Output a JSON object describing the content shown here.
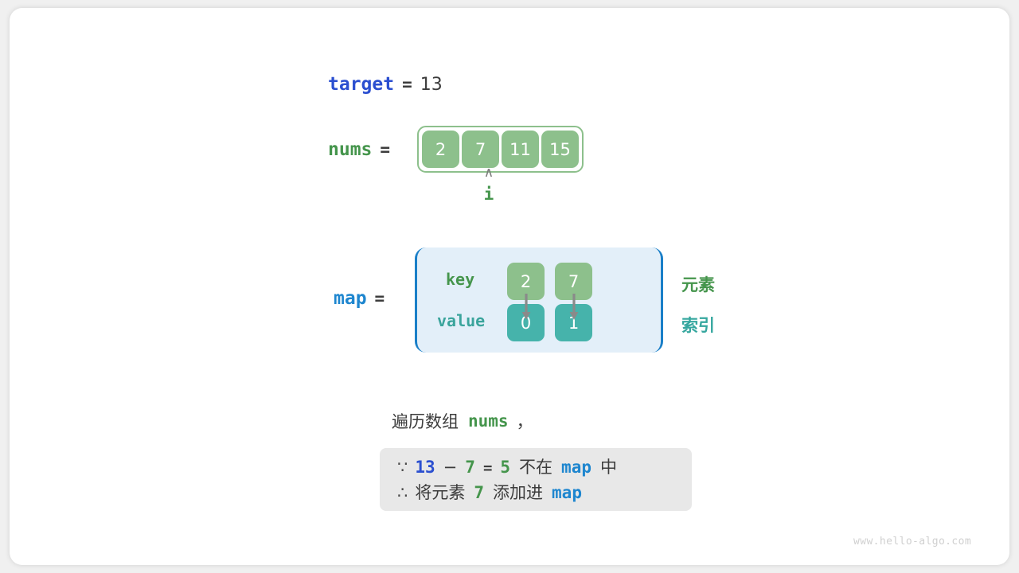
{
  "figure": {
    "title": "two-sum hash-map walkthrough",
    "watermark": "www.hello-algo.com"
  },
  "colors": {
    "element_green": "#8dc08c",
    "index_teal": "#46b3ab",
    "var_blue": "#2b4fd0",
    "map_blue": "#1e86cf",
    "nums_green": "#45954c",
    "map_panel_bg": "#e3eff9",
    "map_panel_border": "#1a7fc8",
    "callout_bg": "#e8e8e8",
    "arrow_gray": "#7a7a7a",
    "text_dark": "#3c3c3c",
    "watermark_gray": "#d0d0d0"
  },
  "target_row": {
    "name": "target",
    "equals": "=",
    "value": "13"
  },
  "nums_row": {
    "name": "nums",
    "equals": "=",
    "cells": [
      "2",
      "7",
      "11",
      "15"
    ]
  },
  "pointer": {
    "caret": "∧",
    "label": "i",
    "points_to_index": 1
  },
  "map_block": {
    "name": "map",
    "equals": "=",
    "key_label": "key",
    "value_label": "value",
    "keys": [
      "2",
      "7"
    ],
    "values": [
      "0",
      "1"
    ],
    "side_labels": {
      "key_side": "元素",
      "value_side": "索引"
    }
  },
  "caption": {
    "prefix": "遍历数组",
    "var": "nums",
    "suffix": "，"
  },
  "callout": {
    "line1": {
      "symbol": "∵",
      "a": "13",
      "minus": "−",
      "b": "7",
      "equals": "=",
      "result": "5",
      "text_mid": "不在",
      "var": "map",
      "text_end": "中"
    },
    "line2": {
      "symbol": "∴",
      "text_start": "将元素",
      "num": "7",
      "text_mid": "添加进",
      "var": "map"
    }
  },
  "chart_data": {
    "type": "diagram",
    "title": "Two Sum — hash map state at i = 1",
    "target": 13,
    "nums": [
      2,
      7,
      11,
      15
    ],
    "pointer_index": 1,
    "map_entries": [
      {
        "key": 2,
        "value": 0
      },
      {
        "key": 7,
        "value": 1
      }
    ],
    "complement": 5,
    "complement_in_map": false,
    "note": "13 - 7 = 5 not in map; insert element 7 into map"
  }
}
